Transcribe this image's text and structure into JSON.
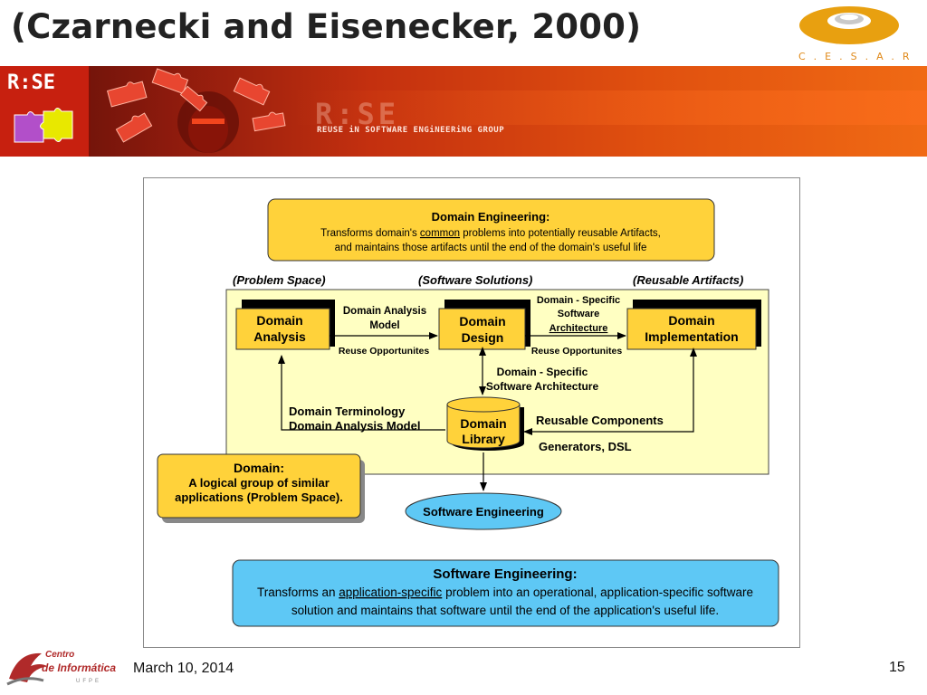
{
  "slide": {
    "title": "(Czarnecki and Eisenecker, 2000)",
    "date": "March 10, 2014",
    "page_number": "15"
  },
  "logos": {
    "cesar_text": "C.E.S.A.R",
    "rise_box_text": "R:SE",
    "banner_rise": "R:SE",
    "banner_tagline": "REUSE iN SOFTWARE ENGiNEERiNG GROUP",
    "centro_top": "Centro",
    "centro_mid": "de Informática",
    "centro_bottom": "UFPE"
  },
  "colors": {
    "domain_yellow": "#ffd23a",
    "panel_yellow": "#ffffc2",
    "software_blue": "#5ec8f5",
    "banner_red": "#c4300f",
    "cesar_orange": "#e8a010"
  },
  "diagram": {
    "domain_engineering": {
      "title": "Domain Engineering:",
      "line1_a": "Transforms domain's ",
      "line1_underlined": "common",
      "line1_b": " problems into potentially reusable Artifacts,",
      "line2": "and maintains those artifacts until the end of the domain's useful life"
    },
    "headers": {
      "problem_space": "(Problem Space)",
      "software_solutions": "(Software Solutions)",
      "reusable_artifacts": "(Reusable Artifacts)"
    },
    "boxes": {
      "domain_analysis": [
        "Domain",
        "Analysis"
      ],
      "domain_design": [
        "Domain",
        "Design"
      ],
      "domain_implementation": [
        "Domain",
        "Implementation"
      ],
      "domain_library": [
        "Domain",
        "Library"
      ]
    },
    "labels": {
      "analysis_model": [
        "Domain Analysis",
        "Model"
      ],
      "reuse_opportunities_1": "Reuse Opportunites",
      "reuse_opportunities_2": "Reuse Opportunites",
      "dsa_top": [
        "Domain - Specific",
        "Software",
        "Architecture"
      ],
      "dsa_mid": [
        "Domain - Specific",
        "Software Architecture"
      ],
      "terminology": [
        "Domain Terminology",
        "Domain Analysis Model"
      ],
      "reusable_components": "Reusable Components",
      "generators": "Generators, DSL"
    },
    "domain_note": {
      "title": "Domain:",
      "line1": "A logical group of similar",
      "line2": "applications (Problem Space)."
    },
    "software_engineering_ellipse": "Software Engineering",
    "software_engineering": {
      "title": "Software Engineering:",
      "line1_a": "Transforms an ",
      "line1_underlined": "application-specific",
      "line1_b": " problem into an operational, application-specific software",
      "line2": "solution and maintains that software until the end of the application's useful life."
    }
  }
}
